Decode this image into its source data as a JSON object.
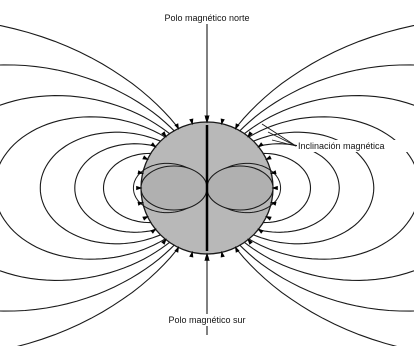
{
  "labels": {
    "north": "Polo magnético norte",
    "inclination": "Inclinación magnética",
    "south": "Polo magnético sur"
  },
  "colors": {
    "background": "#ffffff",
    "line": "#1a1a1a",
    "earth_fill": "#b8b8b8",
    "arrow": "#000000"
  }
}
